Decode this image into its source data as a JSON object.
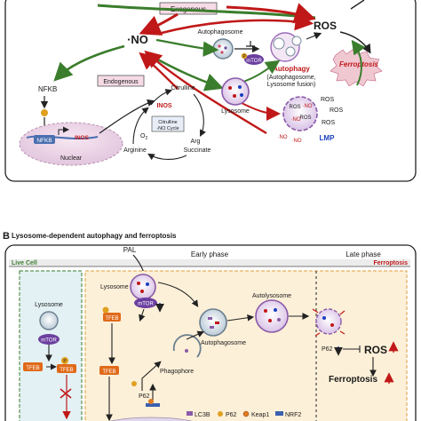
{
  "panel_a": {
    "labels": {
      "exogenous": "Exogenous",
      "no_main": "·NO",
      "ros": "ROS",
      "ferroptosis": "Ferroptosis",
      "autophagosome": "Autophagosome",
      "mtor": "mTOR",
      "p": "P",
      "autophagy": "Autophagy",
      "autophagy_sub1": "(Autophagosome,",
      "autophagy_sub2": "Lysosome fusion)",
      "nfkb": "NFKB",
      "endogenous": "Endogenous",
      "citrulline": "Citrulline",
      "inos": "INOS",
      "citrulline_cycle1": "Citrulline",
      "citrulline_cycle2": "-NO Cycle",
      "o2": "O",
      "o2_sub": "2",
      "arginine": "Arginine",
      "arg": "Arg",
      "succinate": "Succinate",
      "lysosome": "Lysosome",
      "nfkb_gene": "NFKB",
      "inos_gene": "INOS",
      "nuclear": "Nuclear",
      "ros_small1": "ROS",
      "ros_small2": "ROS",
      "ros_small3": "ROS",
      "ros_in1": "ROS",
      "ros_in2": "ROS",
      "no_in1": "·NO",
      "no_in2": "·NO",
      "no_in3": "·NO",
      "no_in4": "·NO",
      "lmp": "LMP"
    },
    "colors": {
      "red": "#c01818",
      "green": "#3a7d2c",
      "pink_box": "#f6dbe6",
      "purple": "#8a5aa8"
    }
  },
  "panel_b": {
    "tag": "B",
    "title": "Lysosome-dependent autophagy and ferroptosis",
    "labels": {
      "pal": "PAL",
      "early_phase": "Early phase",
      "late_phase": "Late phase",
      "live_cell": "Live Cell",
      "ferroptosis_bar": "Ferroptosis",
      "lysosome_left": "Lysosome",
      "mtor_left": "mTOR",
      "tfeb_left1": "TFEB",
      "tfeb_left2": "TFEB",
      "p_left": "P",
      "lysosome_mid": "Lysosome",
      "mtor_mid": "mTOR",
      "tfeb_mid1": "TFEB",
      "tfeb_mid2": "TFEB",
      "autophagosome": "Autophagosome",
      "autolysosome": "Autolysosome",
      "phagophore": "Phagophore",
      "p62_path": "P62",
      "p62_late": "P62",
      "ros": "ROS",
      "ferroptosis": "Ferroptosis"
    },
    "legend": [
      "LC3B",
      "P62",
      "Keap1",
      "NRF2"
    ],
    "colors": {
      "red": "#c01818",
      "green": "#3a7d2c",
      "tfeb": "#e06a1a",
      "panel_bg": "#fdf0d8",
      "mtor": "#6b3fa0"
    }
  }
}
